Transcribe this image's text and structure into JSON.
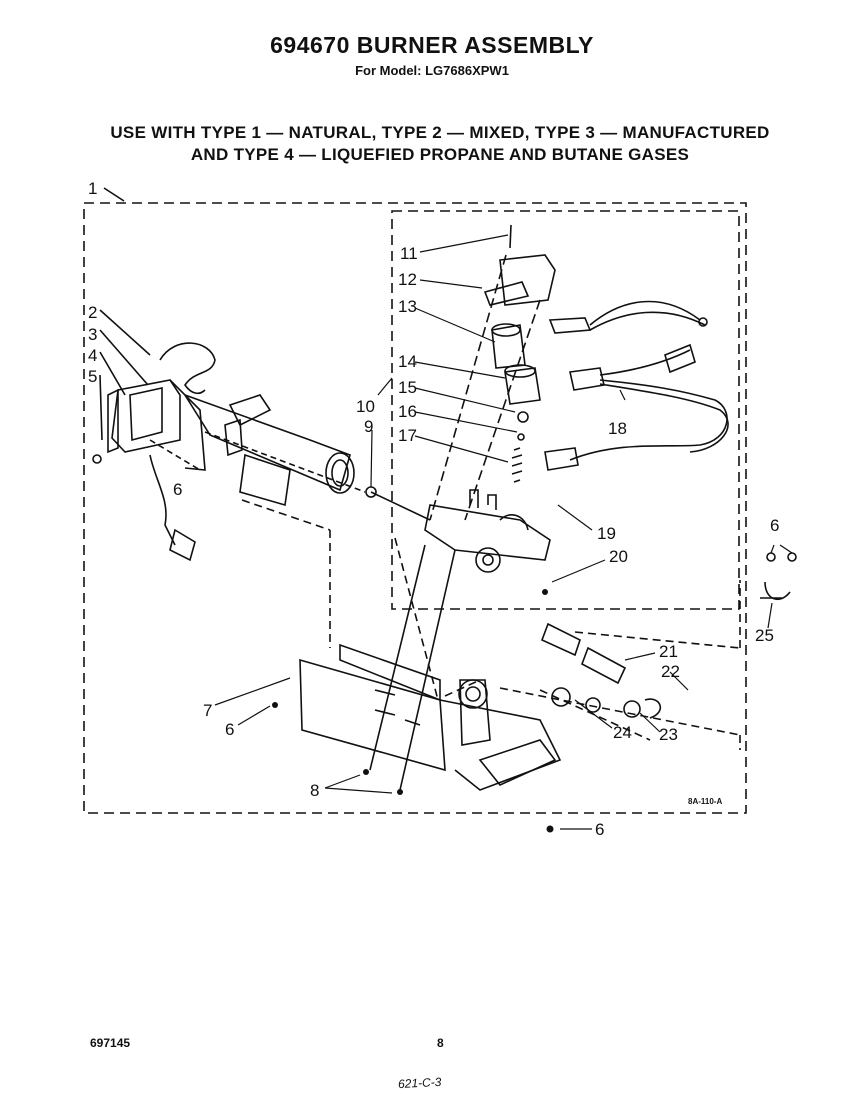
{
  "header": {
    "title": "694670 BURNER ASSEMBLY",
    "model": "For Model: LG7686XPW1"
  },
  "instructions": {
    "line1": "USE WITH TYPE 1 — NATURAL, TYPE 2 — MIXED, TYPE 3 — MANUFACTURED",
    "line2": "AND TYPE 4 — LIQUEFIED PROPANE AND BUTANE GASES"
  },
  "diagram": {
    "ref_code": "8A-110-A",
    "callouts": {
      "c1": "1",
      "c2": "2",
      "c3": "3",
      "c4": "4",
      "c5": "5",
      "c6": "6",
      "c7": "7",
      "c8": "8",
      "c9": "9",
      "c10": "10",
      "c11": "11",
      "c12": "12",
      "c13": "13",
      "c14": "14",
      "c15": "15",
      "c16": "16",
      "c17": "17",
      "c18": "18",
      "c19": "19",
      "c20": "20",
      "c21": "21",
      "c22": "22",
      "c23": "23",
      "c24": "24",
      "c25": "25"
    }
  },
  "footer": {
    "page_ref": "697145",
    "page_number": "8",
    "handwritten_note": "621-C-3"
  }
}
